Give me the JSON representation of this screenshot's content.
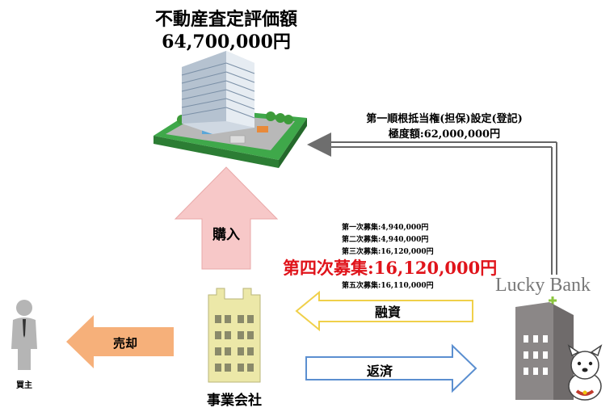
{
  "property": {
    "title": "不動産査定評価額",
    "value": "64,700,000円"
  },
  "mortgage": {
    "line1": "第一順根抵当権(担保)設定(登記)",
    "line2": "極度額:62,000,000円"
  },
  "arrows": {
    "purchase": "購入",
    "financing": "融資",
    "repayment": "返済",
    "sale": "売却"
  },
  "recruitments": [
    {
      "label": "第一次募集:4,940,000円",
      "highlight": false
    },
    {
      "label": "第二次募集:4,940,000円",
      "highlight": false
    },
    {
      "label": "第三次募集:16,120,000円",
      "highlight": false
    },
    {
      "label": "第四次募集:16,120,000円",
      "highlight": true
    },
    {
      "label": "第五次募集:16,110,000円",
      "highlight": false
    }
  ],
  "lender": {
    "name": "Lucky Bank"
  },
  "company": {
    "label": "事業会社"
  },
  "buyer": {
    "label": "買主"
  },
  "colors": {
    "highlight_red": "#e0141b",
    "purchase_arrow": "#f7c8c8",
    "sale_arrow": "#f6b07a",
    "financing_outline": "#f0d04a",
    "repayment_outline": "#5b8fd0",
    "company_building": "#ece8a8",
    "bank_building": "#8b8787",
    "lawn": "#3fa84a"
  }
}
